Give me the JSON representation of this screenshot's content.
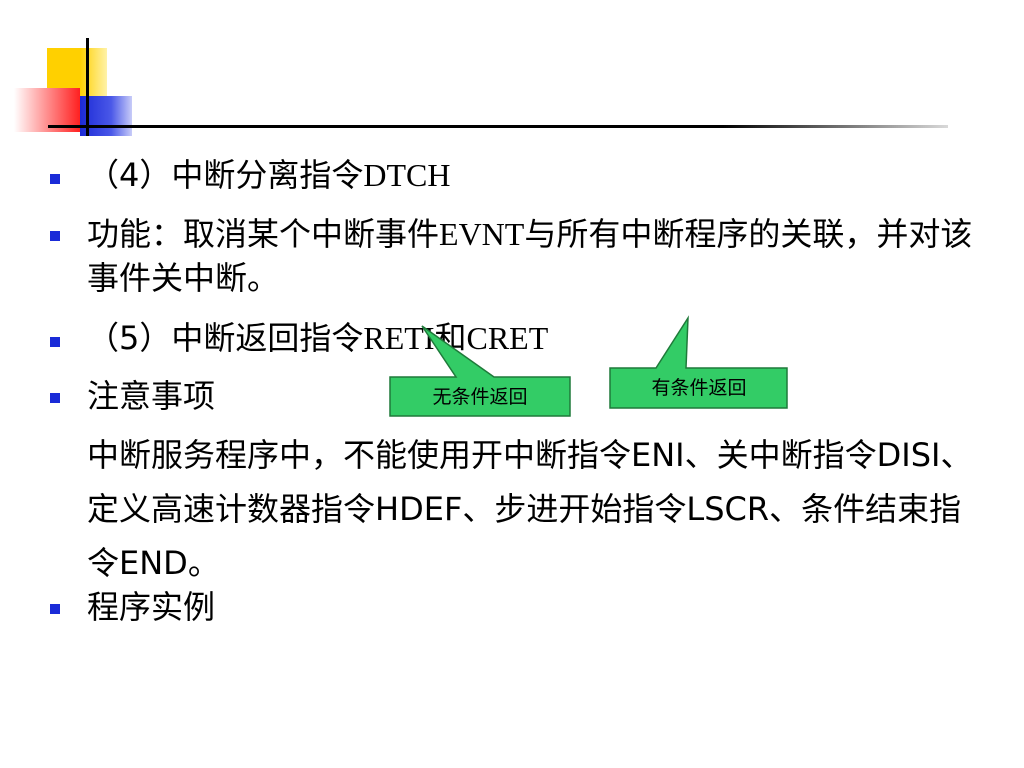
{
  "colors": {
    "bullet": "#1a2bd8",
    "callout_fill": "#33cc66",
    "callout_stroke": "#1f7a3a",
    "logo_yellow": "#ffd000",
    "logo_red": "#ff2020",
    "logo_blue": "#1c2ad6"
  },
  "bullets": [
    {
      "prefix": "（",
      "number": "4",
      "middle": "）中断分离指令",
      "code": "DTCH"
    },
    {
      "part1": "功能：取消某个中断事件",
      "code": "EVNT",
      "part2": "与所有中断程序的关联，并对该事件关中断。"
    },
    {
      "prefix": "（5）中断返回指令",
      "code1": "RETI",
      "middle": "和",
      "code2": "CRET"
    },
    {
      "text": "注意事项"
    },
    {
      "text": "程序实例"
    }
  ],
  "notes": {
    "part1": " 中断服务程序中，不能使用开中断指令",
    "code1": "ENI",
    "part2": "、关中断指令",
    "code2": "DISI",
    "part3": "、定义高速计数器指令",
    "code3": "HDEF",
    "part4": "、步进开始指令",
    "code4": "LSCR",
    "part5": "、条件结束指令",
    "code5": "END",
    "part6": "。"
  },
  "callouts": {
    "unconditional": "无条件返回",
    "conditional": "有条件返回"
  }
}
